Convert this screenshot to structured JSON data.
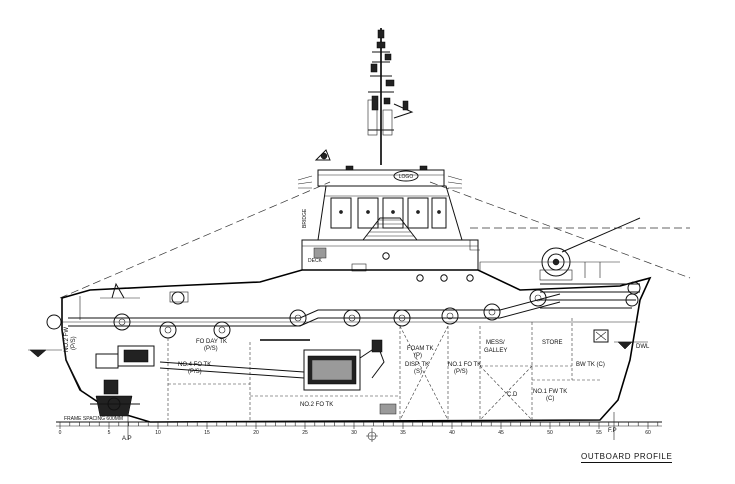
{
  "title": "OUTBOARD PROFILE",
  "logo_text": "LOGO",
  "frame_spacing_label": "FRAME SPACING 600MM",
  "ap_label": "A.P",
  "fp_label": "F.P",
  "dwl_label": "DWL",
  "frame_numbers": [
    "0",
    "5",
    "10",
    "15",
    "20",
    "25",
    "30",
    "35",
    "40",
    "45",
    "50",
    "55",
    "60"
  ],
  "compartments": {
    "no2_fw_tk": [
      "NO.2 FW",
      "(P/S)"
    ],
    "fo_day_tk": [
      "FO DAY TK",
      "(P/S)"
    ],
    "no4_fo_tk": [
      "NO.4 FO TK",
      "(P/S)"
    ],
    "foam_tk": [
      "FOAM TK",
      "(P)"
    ],
    "disp_tk": [
      "DISP. TK",
      "(S)"
    ],
    "no1_fo_tk": [
      "NO.1 FO TK",
      "(P/S)"
    ],
    "mess_galley": [
      "MESS/",
      "GALLEY"
    ],
    "store": "STORE",
    "bw_tk": "BW TK (C)",
    "cd": "C.D",
    "no1_fw_tk": [
      "NO.1 FW TK",
      "(C)"
    ],
    "no2_fo_tk": "NO.2 FO TK"
  },
  "deck_markings": {
    "bridge_tag": "BRIDGE",
    "deck_tag": "DECK"
  }
}
